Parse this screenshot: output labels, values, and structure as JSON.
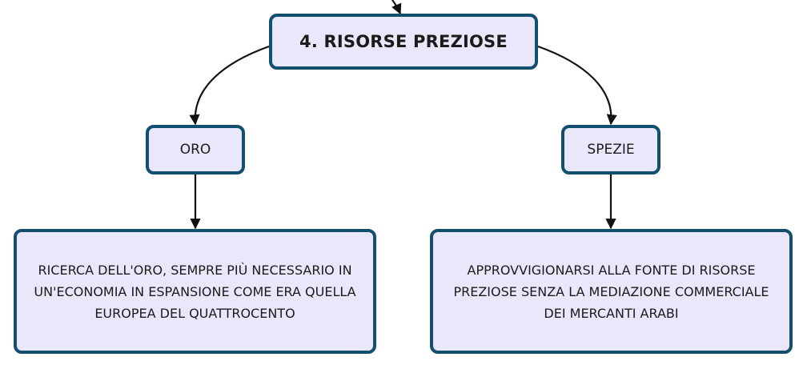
{
  "diagram": {
    "colors": {
      "node_fill": "#e9e8fb",
      "node_border": "#124e6e",
      "connector": "#111111"
    },
    "root": {
      "label": "4. RISORSE PREZIOSE"
    },
    "branches": [
      {
        "label": "ORO",
        "description": "RICERCA DELL'ORO, SEMPRE PIÙ NECESSARIO IN UN'ECONOMIA IN ESPANSIONE COME ERA QUELLA EUROPEA DEL QUATTROCENTO"
      },
      {
        "label": "SPEZIE",
        "description": "APPROVVIGIONARSI ALLA FONTE DI RISORSE PREZIOSE SENZA LA MEDIAZIONE COMMERCIALE DEI MERCANTI ARABI"
      }
    ]
  }
}
